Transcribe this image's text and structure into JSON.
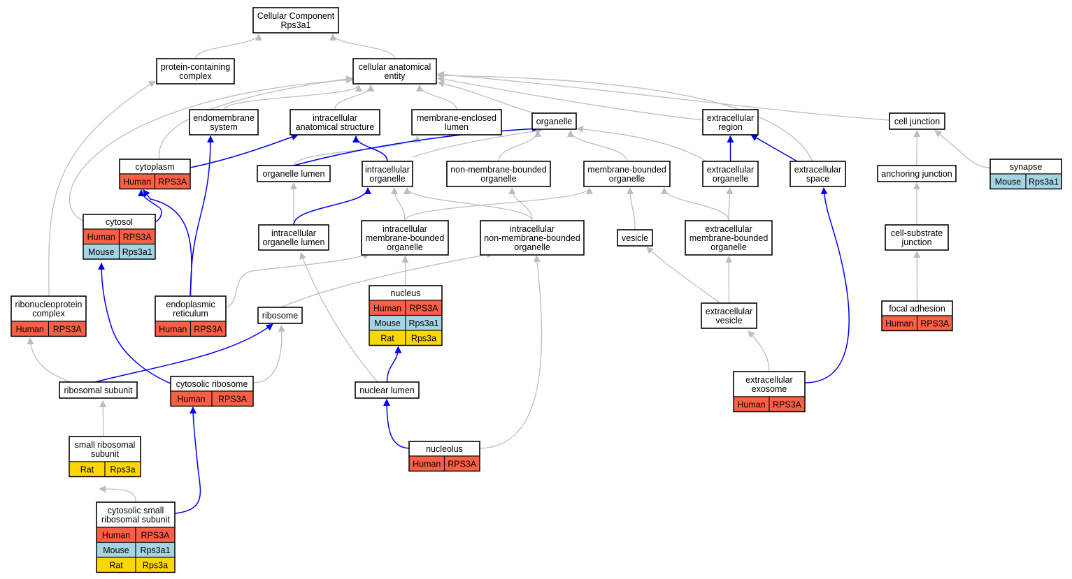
{
  "colors": {
    "human": "#fa6045",
    "mouse": "#a6d4e4",
    "rat": "#ffd700",
    "edge_is_a": "#bdbdbd",
    "edge_part_of": "#0000ee"
  },
  "nodes": [
    {
      "id": "root",
      "lines": [
        "Cellular Component",
        "Rps3a1"
      ],
      "rows": []
    },
    {
      "id": "protein_complex",
      "lines": [
        "protein-containing",
        "complex"
      ],
      "rows": []
    },
    {
      "id": "anatomical_entity",
      "lines": [
        "cellular anatomical",
        "entity"
      ],
      "rows": []
    },
    {
      "id": "endomembrane",
      "lines": [
        "endomembrane",
        "system"
      ],
      "rows": []
    },
    {
      "id": "intracellular_structure",
      "lines": [
        "intracellular",
        "anatomical structure"
      ],
      "rows": []
    },
    {
      "id": "membrane_enclosed_lumen",
      "lines": [
        "membrane-enclosed",
        "lumen"
      ],
      "rows": []
    },
    {
      "id": "organelle",
      "lines": [
        "organelle"
      ],
      "rows": []
    },
    {
      "id": "extracellular_region",
      "lines": [
        "extracellular",
        "region"
      ],
      "rows": []
    },
    {
      "id": "cell_junction",
      "lines": [
        "cell junction"
      ],
      "rows": []
    },
    {
      "id": "cytoplasm",
      "lines": [
        "cytoplasm"
      ],
      "rows": [
        {
          "species": "Human",
          "gene": "RPS3A"
        }
      ]
    },
    {
      "id": "organelle_lumen",
      "lines": [
        "organelle lumen"
      ],
      "rows": []
    },
    {
      "id": "intracellular_organelle",
      "lines": [
        "intracellular",
        "organelle"
      ],
      "rows": []
    },
    {
      "id": "non_membrane_organelle",
      "lines": [
        "non-membrane-bounded",
        "organelle"
      ],
      "rows": []
    },
    {
      "id": "membrane_organelle",
      "lines": [
        "membrane-bounded",
        "organelle"
      ],
      "rows": []
    },
    {
      "id": "extracellular_organelle",
      "lines": [
        "extracellular",
        "organelle"
      ],
      "rows": []
    },
    {
      "id": "extracellular_space",
      "lines": [
        "extracellular",
        "space"
      ],
      "rows": []
    },
    {
      "id": "anchoring_junction",
      "lines": [
        "anchoring junction"
      ],
      "rows": []
    },
    {
      "id": "synapse",
      "lines": [
        "synapse"
      ],
      "rows": [
        {
          "species": "Mouse",
          "gene": "Rps3a1"
        }
      ]
    },
    {
      "id": "cytosol",
      "lines": [
        "cytosol"
      ],
      "rows": [
        {
          "species": "Human",
          "gene": "RPS3A"
        },
        {
          "species": "Mouse",
          "gene": "Rps3a1"
        }
      ]
    },
    {
      "id": "intracellular_organelle_lumen",
      "lines": [
        "intracellular",
        "organelle lumen"
      ],
      "rows": []
    },
    {
      "id": "intracellular_membrane_organelle",
      "lines": [
        "intracellular",
        "membrane-bounded",
        "organelle"
      ],
      "rows": []
    },
    {
      "id": "intracellular_non_membrane_organelle",
      "lines": [
        "intracellular",
        "non-membrane-bounded",
        "organelle"
      ],
      "rows": []
    },
    {
      "id": "vesicle",
      "lines": [
        "vesicle"
      ],
      "rows": []
    },
    {
      "id": "extracellular_membrane_organelle",
      "lines": [
        "extracellular",
        "membrane-bounded",
        "organelle"
      ],
      "rows": []
    },
    {
      "id": "cell_substrate_junction",
      "lines": [
        "cell-substrate",
        "junction"
      ],
      "rows": []
    },
    {
      "id": "nucleus",
      "lines": [
        "nucleus"
      ],
      "rows": [
        {
          "species": "Human",
          "gene": "RPS3A"
        },
        {
          "species": "Mouse",
          "gene": "Rps3a1"
        },
        {
          "species": "Rat",
          "gene": "Rps3a"
        }
      ]
    },
    {
      "id": "ribonucleoprotein_complex",
      "lines": [
        "ribonucleoprotein",
        "complex"
      ],
      "rows": [
        {
          "species": "Human",
          "gene": "RPS3A"
        }
      ]
    },
    {
      "id": "er",
      "lines": [
        "endoplasmic",
        "reticulum"
      ],
      "rows": [
        {
          "species": "Human",
          "gene": "RPS3A"
        }
      ]
    },
    {
      "id": "ribosome",
      "lines": [
        "ribosome"
      ],
      "rows": []
    },
    {
      "id": "extracellular_vesicle",
      "lines": [
        "extracellular",
        "vesicle"
      ],
      "rows": []
    },
    {
      "id": "focal_adhesion",
      "lines": [
        "focal adhesion"
      ],
      "rows": [
        {
          "species": "Human",
          "gene": "RPS3A"
        }
      ]
    },
    {
      "id": "ribosomal_subunit",
      "lines": [
        "ribosomal subunit"
      ],
      "rows": []
    },
    {
      "id": "cytosolic_ribosome",
      "lines": [
        "cytosolic ribosome"
      ],
      "rows": [
        {
          "species": "Human",
          "gene": "RPS3A"
        }
      ]
    },
    {
      "id": "nuclear_lumen",
      "lines": [
        "nuclear lumen"
      ],
      "rows": []
    },
    {
      "id": "extracellular_exosome",
      "lines": [
        "extracellular",
        "exosome"
      ],
      "rows": [
        {
          "species": "Human",
          "gene": "RPS3A"
        }
      ]
    },
    {
      "id": "small_ribosomal_subunit",
      "lines": [
        "small ribosomal",
        "subunit"
      ],
      "rows": [
        {
          "species": "Rat",
          "gene": "Rps3a"
        }
      ]
    },
    {
      "id": "nucleolus",
      "lines": [
        "nucleolus"
      ],
      "rows": [
        {
          "species": "Human",
          "gene": "RPS3A"
        }
      ]
    },
    {
      "id": "cytosolic_small_subunit",
      "lines": [
        "cytosolic small",
        "ribosomal subunit"
      ],
      "rows": [
        {
          "species": "Human",
          "gene": "RPS3A"
        },
        {
          "species": "Mouse",
          "gene": "Rps3a1"
        },
        {
          "species": "Rat",
          "gene": "Rps3a"
        }
      ]
    }
  ],
  "edges": [
    {
      "from": "protein_complex",
      "to": "root",
      "type": "is_a"
    },
    {
      "from": "anatomical_entity",
      "to": "root",
      "type": "is_a"
    },
    {
      "from": "endomembrane",
      "to": "anatomical_entity",
      "type": "is_a"
    },
    {
      "from": "intracellular_structure",
      "to": "anatomical_entity",
      "type": "is_a"
    },
    {
      "from": "membrane_enclosed_lumen",
      "to": "anatomical_entity",
      "type": "is_a"
    },
    {
      "from": "organelle",
      "to": "anatomical_entity",
      "type": "is_a"
    },
    {
      "from": "extracellular_region",
      "to": "anatomical_entity",
      "type": "is_a"
    },
    {
      "from": "cell_junction",
      "to": "anatomical_entity",
      "type": "is_a"
    },
    {
      "from": "cytoplasm",
      "to": "anatomical_entity",
      "type": "is_a"
    },
    {
      "from": "cytoplasm",
      "to": "intracellular_structure",
      "type": "part_of"
    },
    {
      "from": "extracellular_space",
      "to": "anatomical_entity",
      "type": "is_a"
    },
    {
      "from": "cytosol",
      "to": "anatomical_entity",
      "type": "is_a"
    },
    {
      "from": "cytosol",
      "to": "cytoplasm",
      "type": "part_of"
    },
    {
      "from": "organelle_lumen",
      "to": "membrane_enclosed_lumen",
      "type": "is_a"
    },
    {
      "from": "organelle_lumen",
      "to": "organelle",
      "type": "part_of"
    },
    {
      "from": "intracellular_organelle",
      "to": "intracellular_structure",
      "type": "part_of"
    },
    {
      "from": "intracellular_organelle",
      "to": "organelle",
      "type": "is_a"
    },
    {
      "from": "non_membrane_organelle",
      "to": "organelle",
      "type": "is_a"
    },
    {
      "from": "membrane_organelle",
      "to": "organelle",
      "type": "is_a"
    },
    {
      "from": "extracellular_organelle",
      "to": "organelle",
      "type": "is_a"
    },
    {
      "from": "extracellular_organelle",
      "to": "extracellular_region",
      "type": "part_of"
    },
    {
      "from": "extracellular_space",
      "to": "extracellular_region",
      "type": "part_of"
    },
    {
      "from": "anchoring_junction",
      "to": "cell_junction",
      "type": "is_a"
    },
    {
      "from": "synapse",
      "to": "cell_junction",
      "type": "is_a"
    },
    {
      "from": "intracellular_organelle_lumen",
      "to": "organelle_lumen",
      "type": "is_a"
    },
    {
      "from": "intracellular_organelle_lumen",
      "to": "intracellular_organelle",
      "type": "part_of"
    },
    {
      "from": "intracellular_membrane_organelle",
      "to": "intracellular_organelle",
      "type": "is_a"
    },
    {
      "from": "intracellular_membrane_organelle",
      "to": "membrane_organelle",
      "type": "is_a"
    },
    {
      "from": "intracellular_non_membrane_organelle",
      "to": "intracellular_organelle",
      "type": "is_a"
    },
    {
      "from": "intracellular_non_membrane_organelle",
      "to": "non_membrane_organelle",
      "type": "is_a"
    },
    {
      "from": "vesicle",
      "to": "membrane_organelle",
      "type": "is_a"
    },
    {
      "from": "extracellular_membrane_organelle",
      "to": "membrane_organelle",
      "type": "is_a"
    },
    {
      "from": "extracellular_membrane_organelle",
      "to": "extracellular_organelle",
      "type": "is_a"
    },
    {
      "from": "cell_substrate_junction",
      "to": "anchoring_junction",
      "type": "is_a"
    },
    {
      "from": "nucleus",
      "to": "intracellular_membrane_organelle",
      "type": "is_a"
    },
    {
      "from": "ribonucleoprotein_complex",
      "to": "protein_complex",
      "type": "is_a"
    },
    {
      "from": "er",
      "to": "endomembrane",
      "type": "part_of"
    },
    {
      "from": "er",
      "to": "cytoplasm",
      "type": "part_of"
    },
    {
      "from": "er",
      "to": "intracellular_membrane_organelle",
      "type": "is_a"
    },
    {
      "from": "ribosome",
      "to": "intracellular_non_membrane_organelle",
      "type": "is_a"
    },
    {
      "from": "extracellular_vesicle",
      "to": "vesicle",
      "type": "is_a"
    },
    {
      "from": "extracellular_vesicle",
      "to": "extracellular_membrane_organelle",
      "type": "is_a"
    },
    {
      "from": "focal_adhesion",
      "to": "cell_substrate_junction",
      "type": "is_a"
    },
    {
      "from": "ribosomal_subunit",
      "to": "ribonucleoprotein_complex",
      "type": "is_a"
    },
    {
      "from": "ribosomal_subunit",
      "to": "ribosome",
      "type": "part_of"
    },
    {
      "from": "cytosolic_ribosome",
      "to": "cytosol",
      "type": "part_of"
    },
    {
      "from": "cytosolic_ribosome",
      "to": "ribosome",
      "type": "is_a"
    },
    {
      "from": "nuclear_lumen",
      "to": "intracellular_organelle_lumen",
      "type": "is_a"
    },
    {
      "from": "nuclear_lumen",
      "to": "nucleus",
      "type": "part_of"
    },
    {
      "from": "extracellular_exosome",
      "to": "extracellular_vesicle",
      "type": "is_a"
    },
    {
      "from": "extracellular_exosome",
      "to": "extracellular_space",
      "type": "part_of"
    },
    {
      "from": "small_ribosomal_subunit",
      "to": "ribosomal_subunit",
      "type": "is_a"
    },
    {
      "from": "nucleolus",
      "to": "nuclear_lumen",
      "type": "part_of"
    },
    {
      "from": "nucleolus",
      "to": "intracellular_non_membrane_organelle",
      "type": "is_a"
    },
    {
      "from": "cytosolic_small_subunit",
      "to": "small_ribosomal_subunit",
      "type": "is_a"
    },
    {
      "from": "cytosolic_small_subunit",
      "to": "cytosolic_ribosome",
      "type": "part_of"
    }
  ]
}
